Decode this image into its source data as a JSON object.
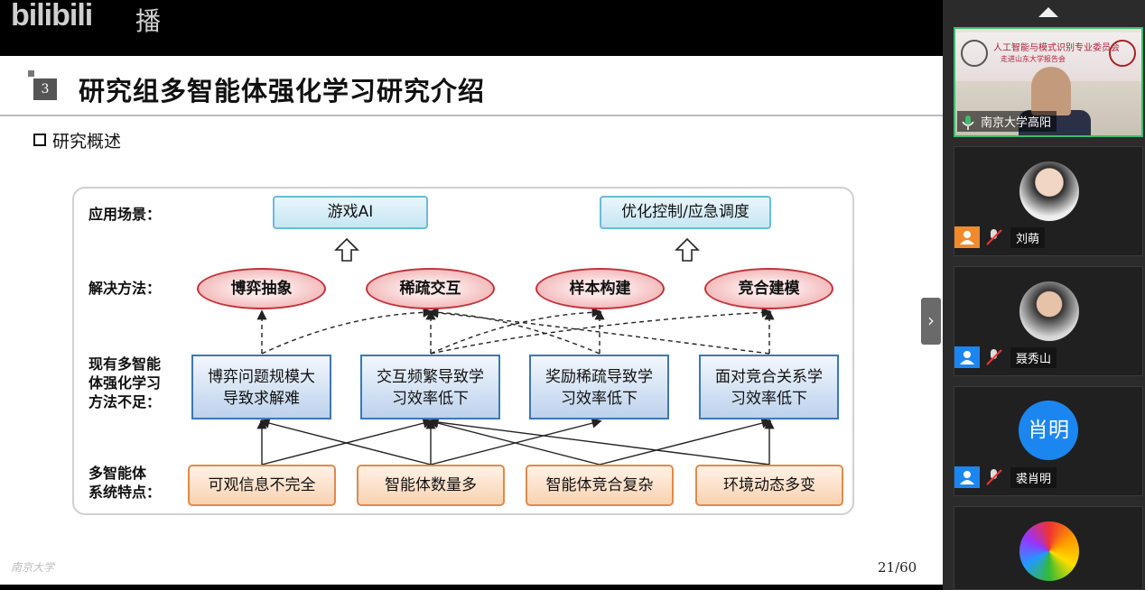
{
  "app": {
    "brand": "bilibili",
    "brand_suffix": "播"
  },
  "slide": {
    "section_number": "3",
    "title": "研究组多智能体强化学习研究介绍",
    "subheading": "研究概述",
    "page_number": "21/60",
    "watermark": "南京大学"
  },
  "diagram": {
    "row_labels": {
      "application": "应用场景：",
      "solutions": "解决方法：",
      "gaps": [
        "现有多智能",
        "体强化学习",
        "方法不足："
      ],
      "features": [
        "多智能体",
        "系统特点："
      ]
    },
    "applications": [
      "游戏AI",
      "优化控制/应急调度"
    ],
    "solutions": [
      "博弈抽象",
      "稀疏交互",
      "样本构建",
      "竞合建模"
    ],
    "gaps": [
      [
        "博弈问题规模大",
        "导致求解难"
      ],
      [
        "交互频繁导致学",
        "习效率低下"
      ],
      [
        "奖励稀疏导致学",
        "习效率低下"
      ],
      [
        "面对竞合关系学",
        "习效率低下"
      ]
    ],
    "features": [
      "可观信息不完全",
      "智能体数量多",
      "智能体竞合复杂",
      "环境动态多变"
    ]
  },
  "participants": {
    "presenter": {
      "name": "南京大学高阳",
      "banner_line1": "人工智能与模式识别专业委员会",
      "banner_line2": "走进山东大学报告会"
    },
    "list": [
      {
        "name": "刘萌"
      },
      {
        "name": "聂秀山"
      },
      {
        "name": "裘肖明",
        "avatar_text": "肖明"
      }
    ]
  },
  "colors": {
    "app_box": "#c6e6f4",
    "solution_ellipse": "#ef9ea0",
    "gap_box": "#bcd2ec",
    "feature_box": "#f9d2b1",
    "active_speaker_border": "#3dbd6b",
    "person_badge": "#1b86f0"
  },
  "icons": {
    "collapse": "chevron-right-icon",
    "panel_toggle": "triangle-up-icon",
    "mic": "microphone-icon",
    "muted": "microphone-muted-icon",
    "person": "person-icon"
  }
}
